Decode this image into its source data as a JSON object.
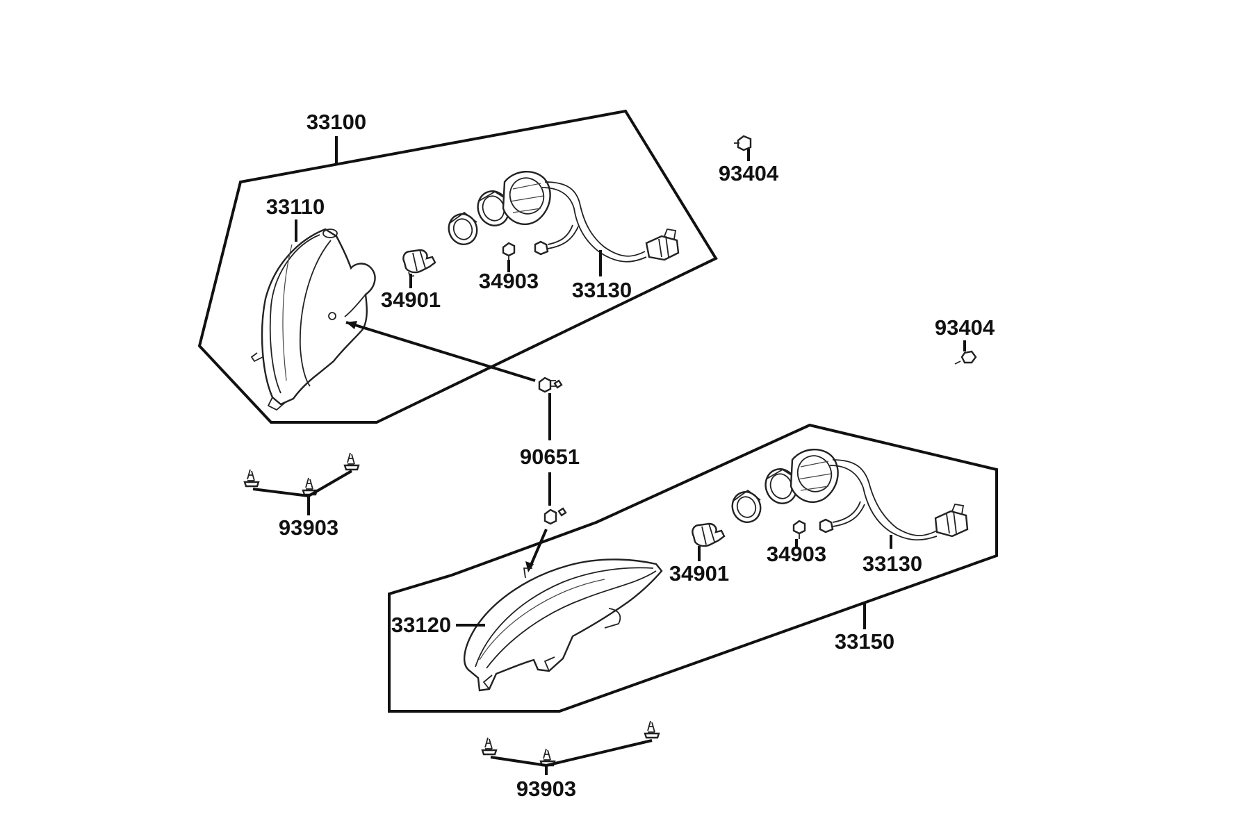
{
  "colors": {
    "ink": "#111111",
    "background": "#ffffff"
  },
  "labels": {
    "headlight_assembly": "33100",
    "headlight_lens": "33110",
    "headlight_bulb": "34901",
    "headlight_position_bulb": "34903",
    "headlight_harness": "33130",
    "grommet_top": "93404",
    "grommet_right": "93404",
    "adjuster_screw": "90651",
    "screws_upper": "93903",
    "lower_assembly": "33150",
    "lower_lens": "33120",
    "lower_bulb": "34901",
    "lower_position_bulb": "34903",
    "lower_harness": "33130",
    "screws_lower": "93903"
  }
}
